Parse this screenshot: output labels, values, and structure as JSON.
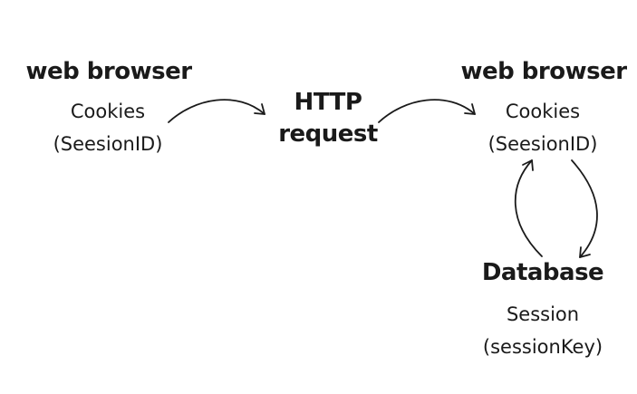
{
  "left_node": {
    "title": "web browser",
    "line1": "Cookies",
    "line2": "(SeesionID)"
  },
  "middle_node": {
    "line1": "HTTP",
    "line2": "request"
  },
  "right_node": {
    "title": "web browser",
    "line1": "Cookies",
    "line2": "(SeesionID)"
  },
  "bottom_node": {
    "title": "Database",
    "line1": "Session",
    "line2": "(sessionKey)"
  }
}
